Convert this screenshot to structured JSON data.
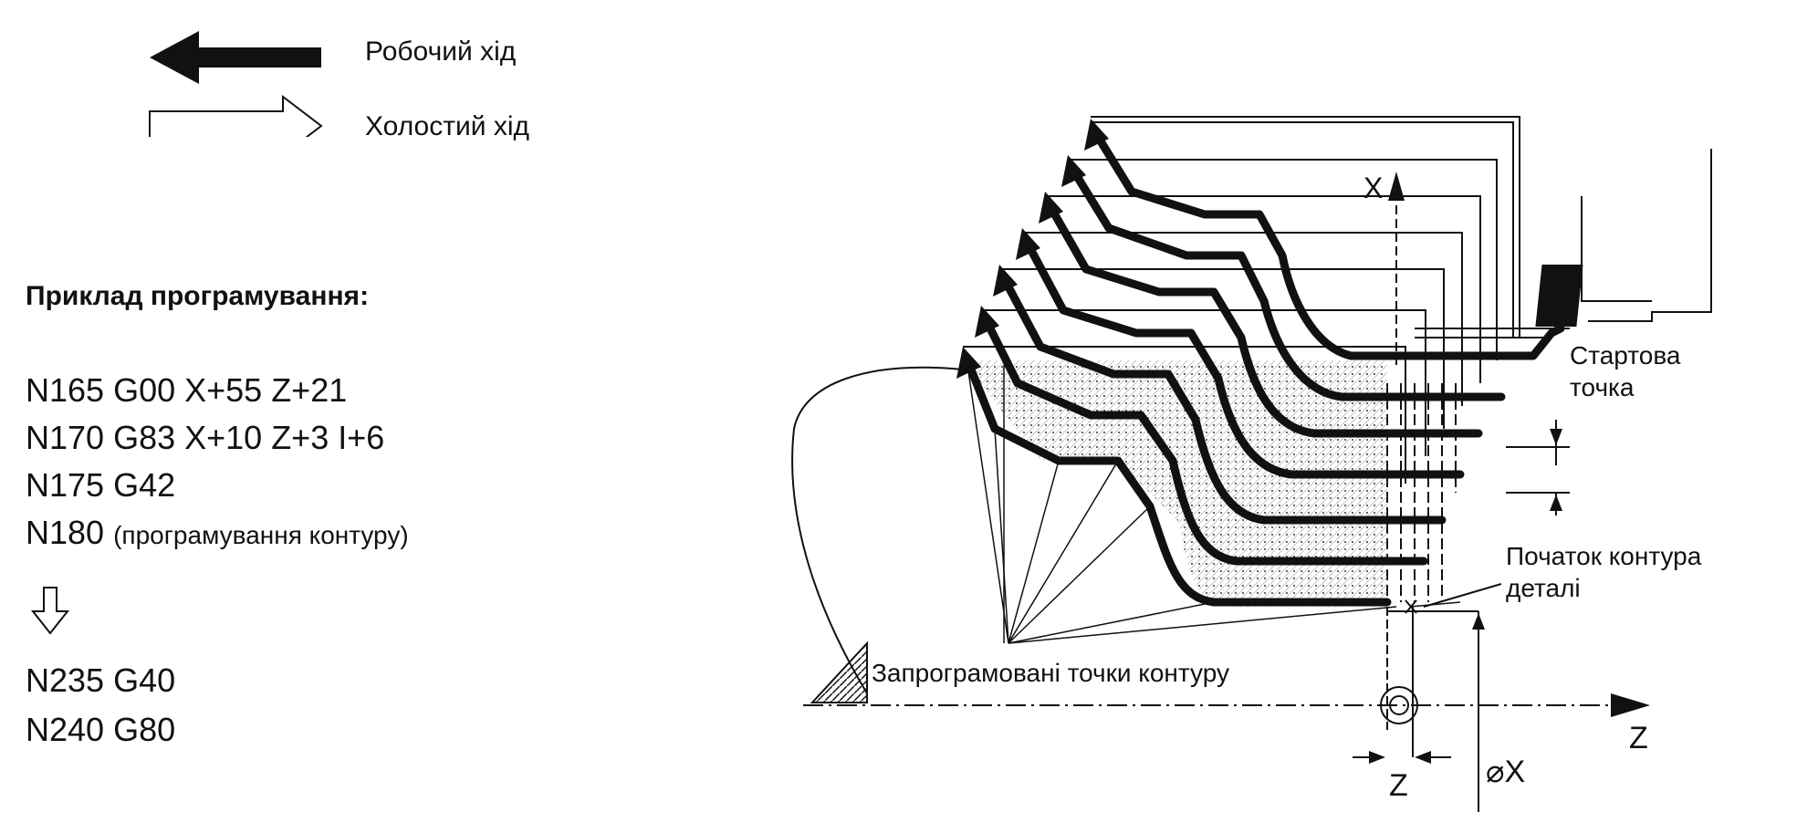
{
  "legend": {
    "working_label": "Робочий хід",
    "idle_label": "Холостий хід"
  },
  "program": {
    "heading": "Приклад програмування:",
    "lines": [
      "N165 G00 X+55 Z+21",
      "N170 G83 X+10 Z+3 I+6",
      "N175 G42"
    ],
    "line4_prefix": "N180",
    "line4_paren": "(програмування контуру)",
    "lines_after": [
      "N235 G40",
      "N240 G80"
    ]
  },
  "diagram": {
    "start_point_label": "Стартова\nточка",
    "start_point_line1": "Стартова",
    "start_point_line2": "точка",
    "contour_start_line1": "Початок контура",
    "contour_start_line2": "деталі",
    "programmed_points_label": "Запрограмовані точки контуру",
    "axis_x_label": "X",
    "axis_z_label": "Z",
    "dim_z_label": "Z",
    "dim_diameter_label": "⌀X"
  }
}
